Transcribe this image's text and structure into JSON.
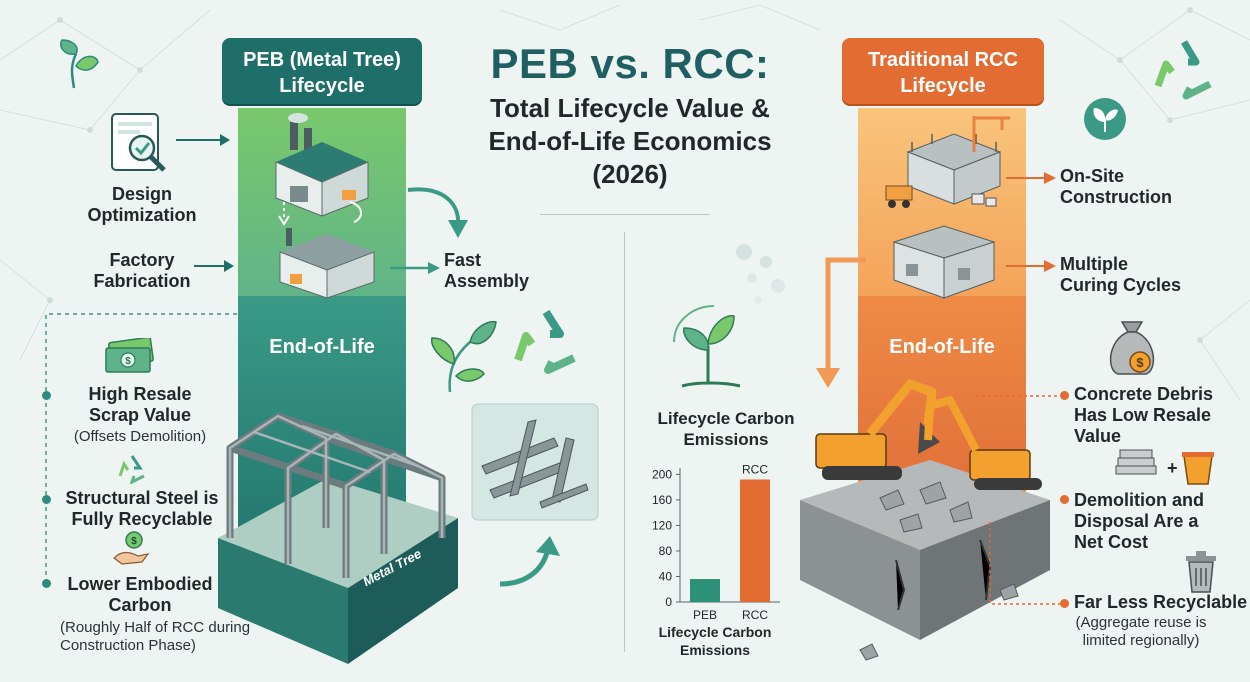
{
  "title": {
    "main": "PEB vs. RCC:",
    "line1": "Total Lifecycle Value &",
    "line2": "End-of-Life Economics",
    "line3": "(2026)"
  },
  "peb": {
    "header_line1": "PEB (Metal Tree)",
    "header_line2": "Lifecycle",
    "end_of_life": "End-of-Life",
    "design_line1": "Design",
    "design_line2": "Optimization",
    "factory_line1": "Factory",
    "factory_line2": "Fabrication",
    "fast_line1": "Fast",
    "fast_line2": "Assembly",
    "resale_line1": "High Resale",
    "resale_line2": "Scrap Value",
    "resale_note": "(Offsets Demolition)",
    "recycle_line1": "Structural Steel is",
    "recycle_line2": "Fully Recyclable",
    "carbon_line1": "Lower Embodied",
    "carbon_line2": "Carbon",
    "carbon_note1": "(Roughly Half of RCC during",
    "carbon_note2": "Construction Phase)",
    "building_label": "Metal Tree"
  },
  "rcc": {
    "header_line1": "Traditional RCC",
    "header_line2": "Lifecycle",
    "end_of_life": "End-of-Life",
    "onsite_line1": "On-Site",
    "onsite_line2": "Construction",
    "curing_line1": "Multiple",
    "curing_line2": "Curing Cycles",
    "debris_line1": "Concrete Debris",
    "debris_line2": "Has Low Resale",
    "debris_line3": "Value",
    "demolition_line1": "Demolition and",
    "demolition_line2": "Disposal Are a",
    "demolition_line3": "Net Cost",
    "recyclable_line1": "Far Less Recyclable",
    "recyclable_note1": "(Aggregate reuse is",
    "recyclable_note2": "limited regionally)"
  },
  "chart_data": {
    "type": "bar",
    "title_line1": "Lifecycle Carbon",
    "title_line2": "Emissions",
    "xlabel_line1": "Lifecycle Carbon",
    "xlabel_line2": "Emissions",
    "categories": [
      "PEB",
      "RCC"
    ],
    "values": [
      36,
      192
    ],
    "bar_top_label": "RCC",
    "ylim": [
      0,
      210
    ],
    "yticks": [
      0,
      40,
      80,
      120,
      160,
      200
    ],
    "colors": [
      "#2d9177",
      "#e26c32"
    ],
    "grid": false
  },
  "colors": {
    "peb_primary": "#1e6e69",
    "rcc_primary": "#e26c32",
    "title_accent": "#1f5f62"
  }
}
